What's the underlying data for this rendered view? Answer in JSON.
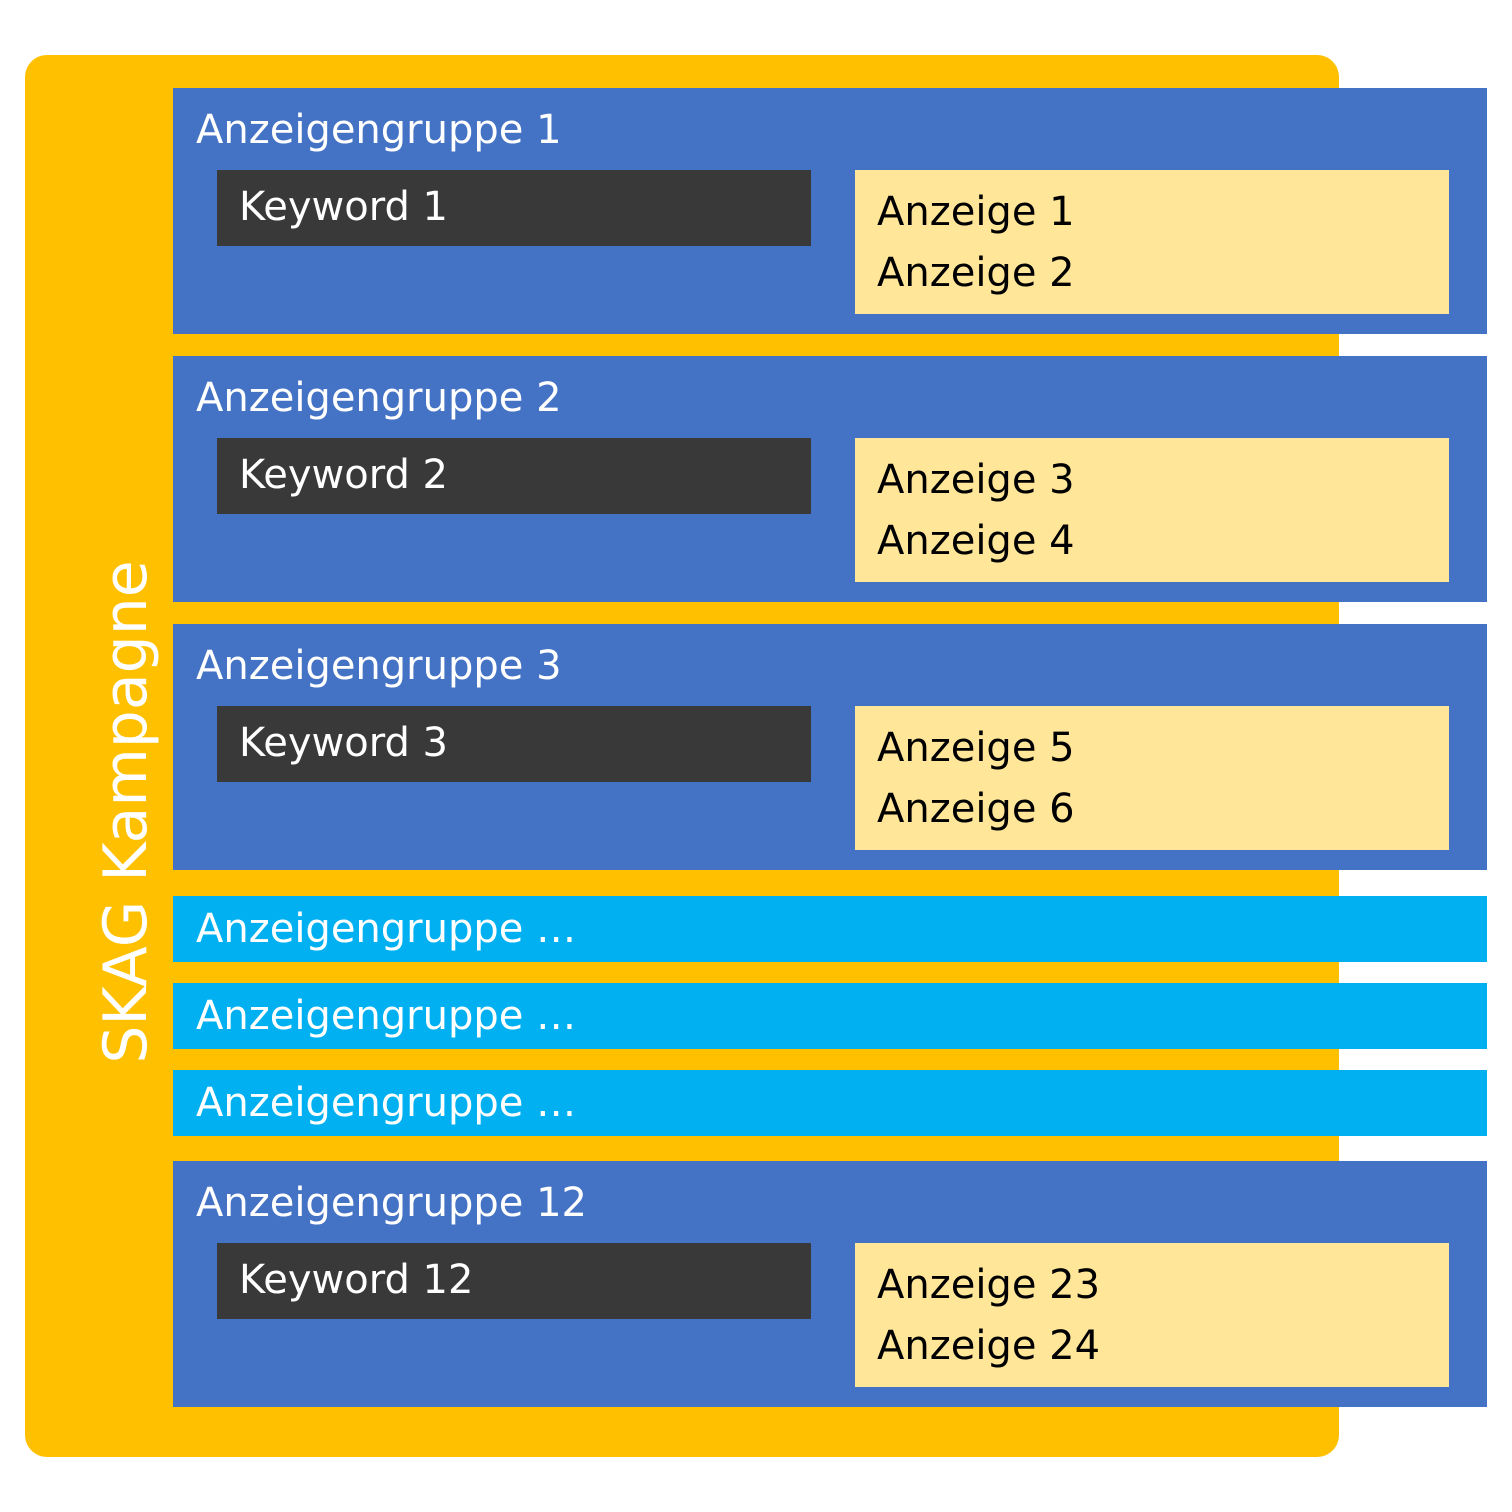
{
  "campaign": {
    "label": "SKAG Kampagne",
    "color": "#FFC000"
  },
  "colors": {
    "group": "#4472C4",
    "keyword": "#3A3939",
    "ads": "#FFE699",
    "collapsed_group": "#00B0F0"
  },
  "groups": [
    {
      "title": "Anzeigengruppe 1",
      "keyword": "Keyword 1",
      "ads": [
        "Anzeige 1",
        "Anzeige 2"
      ]
    },
    {
      "title": "Anzeigengruppe 2",
      "keyword": "Keyword 2",
      "ads": [
        "Anzeige 3",
        "Anzeige 4"
      ]
    },
    {
      "title": "Anzeigengruppe 3",
      "keyword": "Keyword 3",
      "ads": [
        "Anzeige 5",
        "Anzeige 6"
      ]
    },
    {
      "title": "Anzeigengruppe 12",
      "keyword": "Keyword 12",
      "ads": [
        "Anzeige 23",
        "Anzeige 24"
      ]
    }
  ],
  "collapsed_groups": [
    {
      "title": "Anzeigengruppe …"
    },
    {
      "title": "Anzeigengruppe …"
    },
    {
      "title": "Anzeigengruppe …"
    }
  ]
}
